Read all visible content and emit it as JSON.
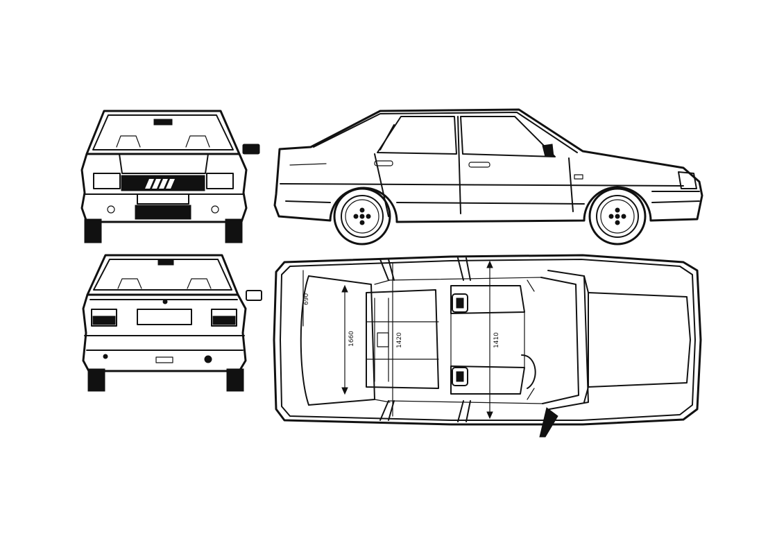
{
  "dimensions": {
    "top_left": "690",
    "interior_length": "1660",
    "rear_seat_width": "1420",
    "front_seat_width": "1410"
  }
}
